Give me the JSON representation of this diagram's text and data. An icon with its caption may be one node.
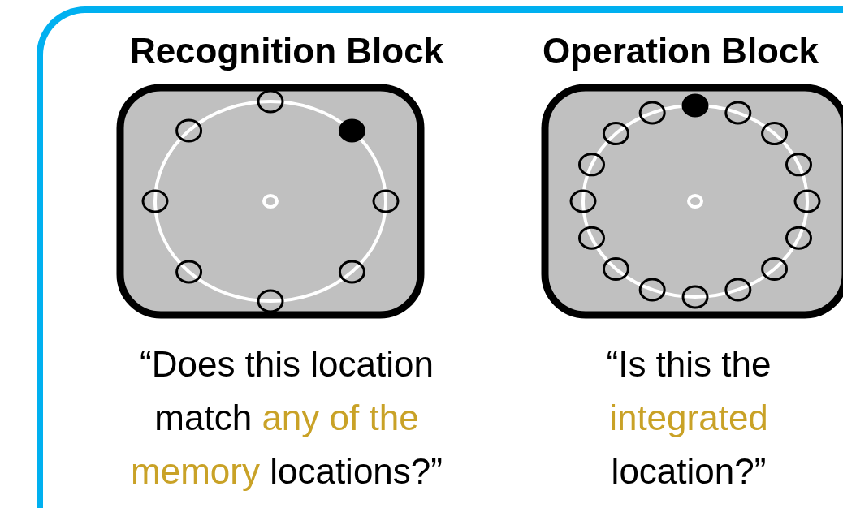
{
  "diagram": {
    "nodes": [
      {
        "text": [],
        "shape": "box"
      },
      {
        "text": [
          "Recognition Block",
          "“Does this location match *any of the memory* locations?”"
        ],
        "in": 0
      },
      {
        "text": [
          "Operation Block",
          "“Is this the *integrated* location?”"
        ],
        "in": 0
      }
    ]
  }
}
